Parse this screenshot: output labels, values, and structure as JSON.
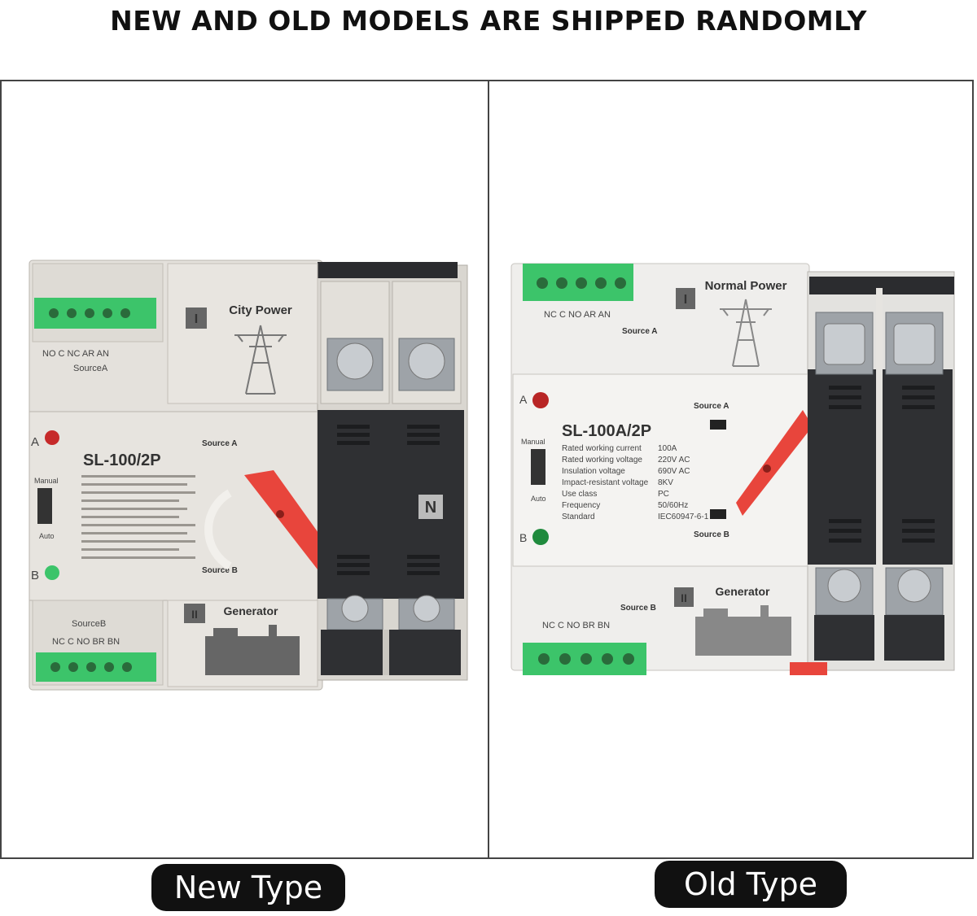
{
  "headline": "NEW AND OLD MODELS ARE SHIPPED RANDOMLY",
  "new_type": {
    "caption": "New Type",
    "model": "SL-100/2P",
    "top_label": "City Power",
    "bottom_label": "Generator",
    "roman_top": "I",
    "roman_bottom": "II",
    "neutral": "N",
    "source_a": "Source A",
    "source_b": "Source B",
    "terminal_top": "NO C NC AR AN",
    "terminal_top_source": "SourceA",
    "terminal_bottom_source": "SourceB",
    "terminal_bottom": "NC C NO BR BN",
    "indicator_a": "A",
    "indicator_b": "B",
    "manual": "Manual",
    "auto": "Auto"
  },
  "old_type": {
    "caption": "Old Type",
    "model": "SL-100A/2P",
    "top_label": "Normal Power",
    "bottom_label": "Generator",
    "roman_top": "I",
    "roman_bottom": "II",
    "source_a": "Source A",
    "source_b": "Source B",
    "terminal_top": "NC C NO AR AN",
    "terminal_bottom": "NC C NO BR BN",
    "indicator_a": "A",
    "indicator_b": "B",
    "manual": "Manual",
    "auto": "Auto",
    "specs": [
      "Rated working current",
      "Rated working voltage",
      "Insulation voltage",
      "Impact-resistant voltage",
      "Use class",
      "Frequency",
      "Standard"
    ],
    "spec_values": [
      "100A",
      "220V AC",
      "690V AC",
      "8KV",
      "PC",
      "50/60Hz",
      "IEC60947-6-1"
    ]
  },
  "colors": {
    "housing": "#e4e1dc",
    "terminal_green": "#3cc46a",
    "handle_red": "#e8453c",
    "dark_block": "#2f3033"
  }
}
